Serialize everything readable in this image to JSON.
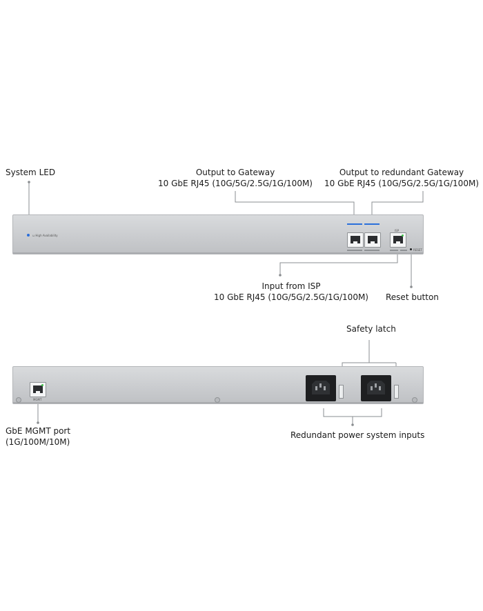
{
  "front": {
    "system_led": "System LED",
    "led_text": "High Availability",
    "gateway_title": "Output to Gateway",
    "gateway_spec": "10 GbE RJ45 (10G/5G/2.5G/1G/100M)",
    "redundant_title": "Output to redundant Gateway",
    "redundant_spec": "10 GbE RJ45 (10G/5G/2.5G/1G/100M)",
    "isp_title": "Input from ISP",
    "isp_spec": "10 GbE RJ45 (10G/5G/2.5G/1G/100M)",
    "reset": "Reset button",
    "isp_port_label": "ISP",
    "reset_port_label": "RESET"
  },
  "back": {
    "safety_latch": "Safety latch",
    "mgmt_title": "GbE MGMT port",
    "mgmt_spec": "(1G/100M/10M)",
    "power_inputs": "Redundant power system inputs",
    "mgmt_port_label": "MGMT"
  },
  "colors": {
    "led": "#2a6fdb",
    "link_led": "#3fbf4a",
    "line": "#8a8d90"
  }
}
